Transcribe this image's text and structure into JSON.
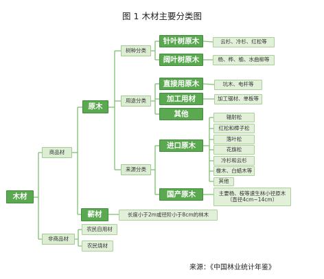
{
  "title": "图 1 木材主要分类图",
  "source": "来源：《中国林业统计年鉴》",
  "colors": {
    "dark_fill": "#5aa84f",
    "light_fill": "#dcedd3",
    "line": "#7cc06e"
  },
  "nodes": {
    "root": "木材",
    "commercial": "商品材",
    "noncommercial": "非商品材",
    "log": "原木",
    "fuelwood": "薪材",
    "fuelwood_desc": "长度小于2m或径阶小于8cm的林木",
    "farmer_own": "农民自用材",
    "farmer_fuel": "农民烧材",
    "by_species": "树种分类",
    "by_use": "用途分类",
    "by_source": "来源分类",
    "conifer": "针叶树原木",
    "broadleaf": "阔叶树原木",
    "conifer_examples": "云杉、冷杉、红松等",
    "broadleaf_examples": "杨、桦、榆、水曲柳等",
    "direct_use": "直接用原木",
    "processing": "加工用材",
    "other": "其他",
    "direct_examples": "坑木、电杆等",
    "processing_examples": "加工锯材、单板等",
    "imported": "进口原木",
    "domestic": "国产原木",
    "import_items": [
      "辐射松",
      "红松和樟子松",
      "落叶松",
      "花旗松",
      "冷杉和云杉",
      "橡木、白蜡木等",
      "其他"
    ],
    "domestic_desc_line1": "主要杨、桉等速生林小径原木",
    "domestic_desc_line2": "（直径4cm~14cm）"
  }
}
